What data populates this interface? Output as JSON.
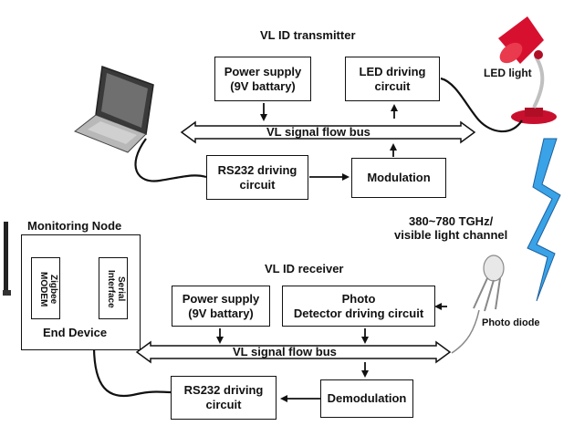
{
  "transmitter": {
    "title": "VL ID transmitter",
    "power_supply": "Power supply\n(9V battary)",
    "led_driving": "LED driving\ncircuit",
    "bus": "VL signal flow bus",
    "rs232": "RS232 driving\ncircuit",
    "modulation": "Modulation"
  },
  "led_light": "LED light",
  "channel": "380~780 TGHz/\nvisible light channel",
  "photo_diode": "Photo diode",
  "receiver": {
    "title": "VL ID receiver",
    "power_supply": "Power supply\n(9V battary)",
    "photo_detector": "Photo\nDetector driving circuit",
    "bus": "VL signal flow bus",
    "rs232": "RS232 driving\ncircuit",
    "demodulation": "Demodulation"
  },
  "monitoring_node": {
    "title": "Monitoring Node",
    "zigbee": "Zigbee\nMODEM",
    "serial": "Serial\nInterface",
    "end_device": "End Device"
  }
}
